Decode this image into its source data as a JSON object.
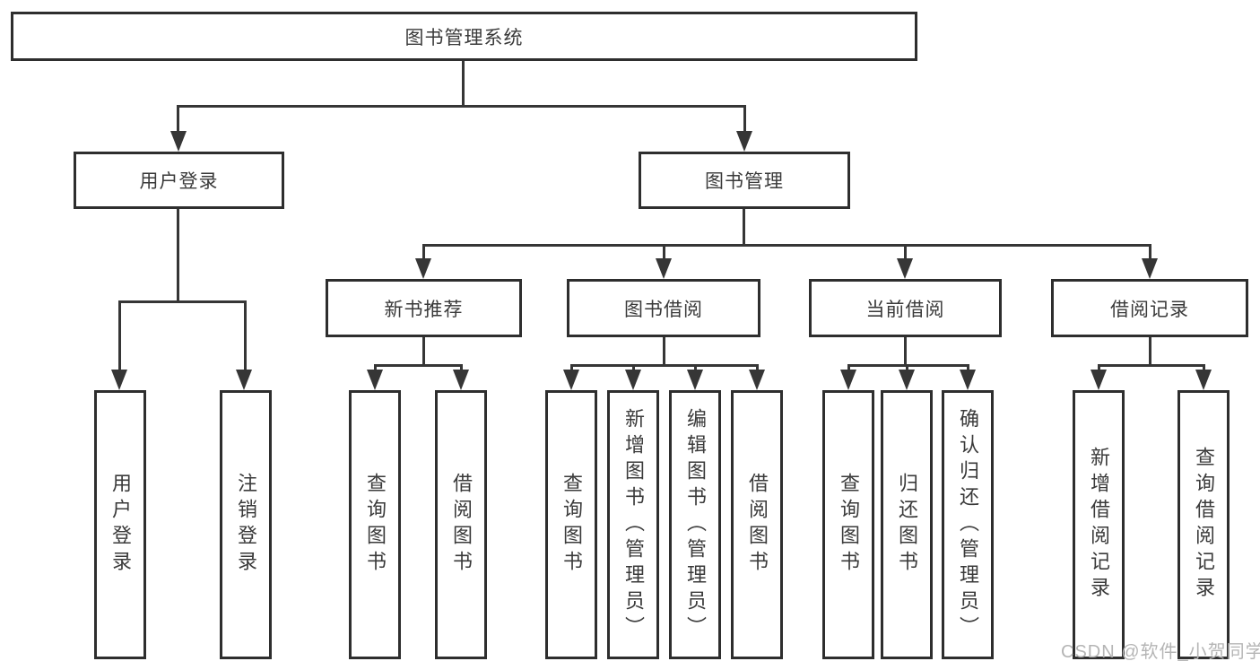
{
  "colors": {
    "background": "#ffffff",
    "box_border": "#2e2e2e",
    "box_fill": "#ffffff",
    "line": "#363636",
    "text": "#3a3a3a",
    "watermark": "#b5b5b5"
  },
  "tree": {
    "root": {
      "label": "图书管理系统",
      "children": [
        {
          "label": "用户登录",
          "children": [
            {
              "label": "用户登录"
            },
            {
              "label": "注销登录"
            }
          ]
        },
        {
          "label": "图书管理",
          "children": [
            {
              "label": "新书推荐",
              "children": [
                {
                  "label": "查询图书"
                },
                {
                  "label": "借阅图书"
                }
              ]
            },
            {
              "label": "图书借阅",
              "children": [
                {
                  "label": "查询图书"
                },
                {
                  "label": "新增图书（管理员）"
                },
                {
                  "label": "编辑图书（管理员）"
                },
                {
                  "label": "借阅图书"
                }
              ]
            },
            {
              "label": "当前借阅",
              "children": [
                {
                  "label": "查询图书"
                },
                {
                  "label": "归还图书"
                },
                {
                  "label": "确认归还（管理员）"
                }
              ]
            },
            {
              "label": "借阅记录",
              "children": [
                {
                  "label": "新增借阅记录"
                },
                {
                  "label": "查询借阅记录"
                }
              ]
            }
          ]
        }
      ]
    }
  },
  "watermark": {
    "text": "CSDN @软件_小贺同学"
  }
}
